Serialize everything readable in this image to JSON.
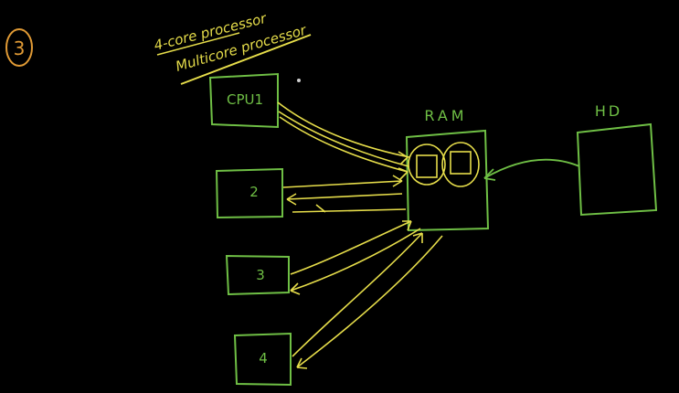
{
  "step_number": "3",
  "heading": {
    "line1": "4-core processor",
    "line2": "Multicore processor"
  },
  "boxes": {
    "cpu1": "CPU1",
    "cpu2": "2",
    "cpu3": "3",
    "cpu4": "4",
    "ram": "RAM",
    "hd": "HD"
  },
  "colors": {
    "background": "#000000",
    "green_ink": "#6fbf45",
    "yellow_ink": "#e6dd4a",
    "orange_ink": "#e09a35"
  }
}
